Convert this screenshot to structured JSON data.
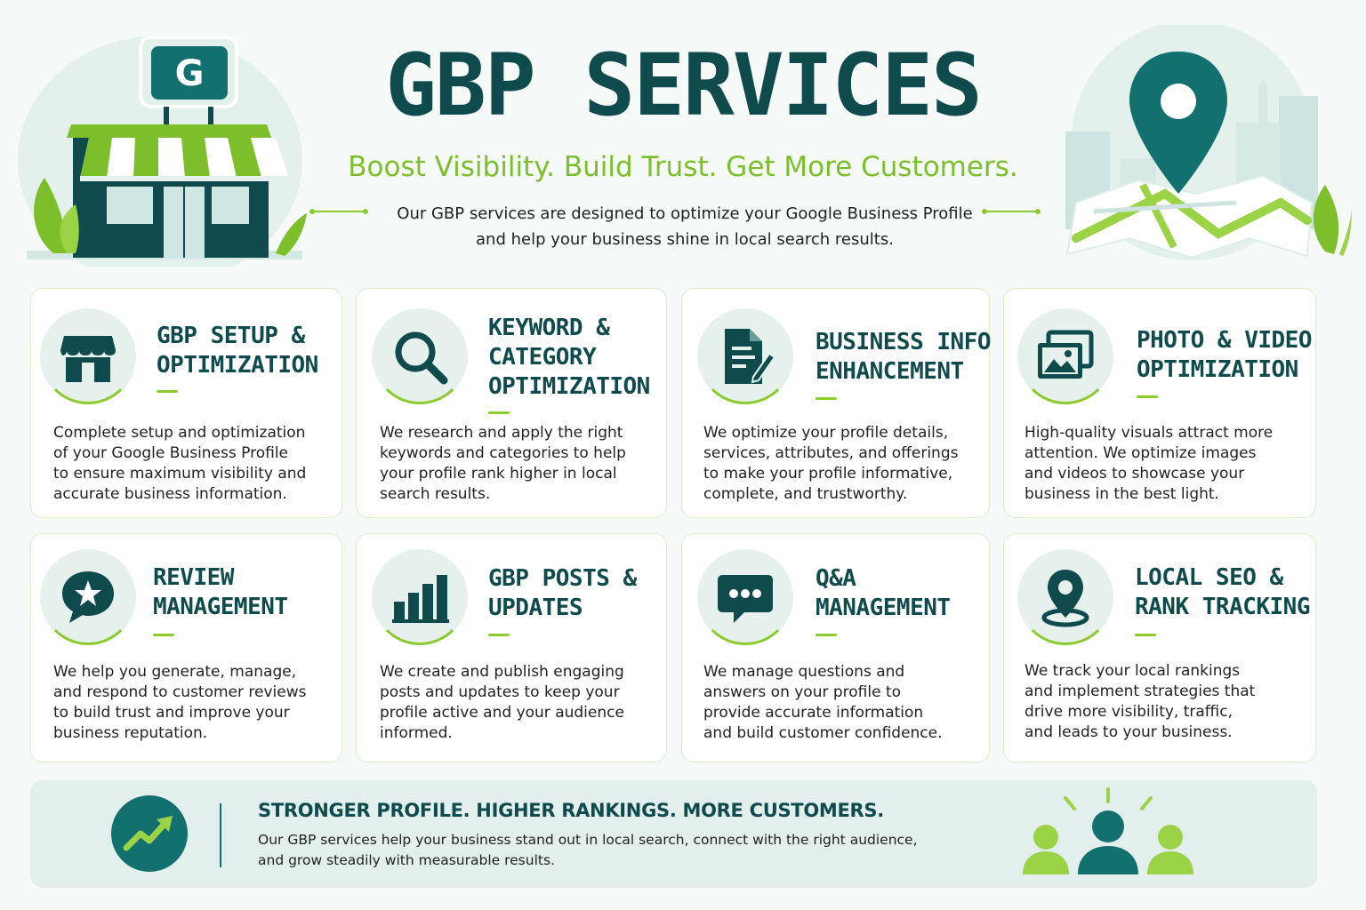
{
  "header": {
    "title": "GBP SERVICES",
    "tagline": "Boost Visibility. Build Trust. Get More Customers.",
    "intro_line1": "Our GBP services are designed to optimize your Google Business Profile",
    "intro_line2": "and help your business shine in local search results.",
    "sign_letter": "G"
  },
  "services": [
    {
      "title_line1": "GBP SETUP &",
      "title_line2": "OPTIMIZATION",
      "title_line3": "",
      "icon": "storefront-icon",
      "desc": [
        "Complete setup and optimization",
        "of your Google Business Profile",
        "to ensure maximum visibility and",
        "accurate business information."
      ]
    },
    {
      "title_line1": "KEYWORD &",
      "title_line2": "CATEGORY",
      "title_line3": "OPTIMIZATION",
      "icon": "search-icon",
      "desc": [
        "We research and apply the right",
        "keywords and categories to help",
        "your profile rank higher in local",
        "search results."
      ]
    },
    {
      "title_line1": "BUSINESS INFO",
      "title_line2": "ENHANCEMENT",
      "title_line3": "",
      "icon": "document-edit-icon",
      "desc": [
        "We optimize your profile details,",
        "services, attributes, and offerings",
        "to make your profile informative,",
        "complete, and trustworthy."
      ]
    },
    {
      "title_line1": "PHOTO & VIDEO",
      "title_line2": "OPTIMIZATION",
      "title_line3": "",
      "icon": "photos-icon",
      "desc": [
        "High-quality visuals attract more",
        "attention. We optimize images",
        "and videos to showcase your",
        "business in the best light."
      ]
    },
    {
      "title_line1": "REVIEW",
      "title_line2": "MANAGEMENT",
      "title_line3": "",
      "icon": "star-chat-icon",
      "desc": [
        "We help you generate, manage,",
        "and respond to customer reviews",
        "to build trust and improve your",
        "business reputation."
      ]
    },
    {
      "title_line1": "GBP POSTS &",
      "title_line2": "UPDATES",
      "title_line3": "",
      "icon": "bar-chart-icon",
      "desc": [
        "We create and publish engaging",
        "posts and updates to keep your",
        "profile active and your audience",
        "informed."
      ]
    },
    {
      "title_line1": "Q&A",
      "title_line2": "MANAGEMENT",
      "title_line3": "",
      "icon": "chat-dots-icon",
      "desc": [
        "We manage questions and",
        "answers on your profile to",
        "provide accurate information",
        "and build customer confidence."
      ]
    },
    {
      "title_line1": "LOCAL SEO &",
      "title_line2": "RANK TRACKING",
      "title_line3": "",
      "icon": "location-pin-icon",
      "desc": [
        "We track your local rankings",
        "and implement strategies that",
        "drive more visibility, traffic,",
        "and leads to your business."
      ]
    }
  ],
  "banner": {
    "title": "STRONGER PROFILE. HIGHER RANKINGS. MORE CUSTOMERS.",
    "desc_line1": "Our GBP services help your business stand out in local search, connect with the right audience,",
    "desc_line2": "and grow steadily with measurable results."
  },
  "colors": {
    "primary": "#0f4a4c",
    "accent": "#8ccb2e",
    "teal": "#12706f"
  }
}
